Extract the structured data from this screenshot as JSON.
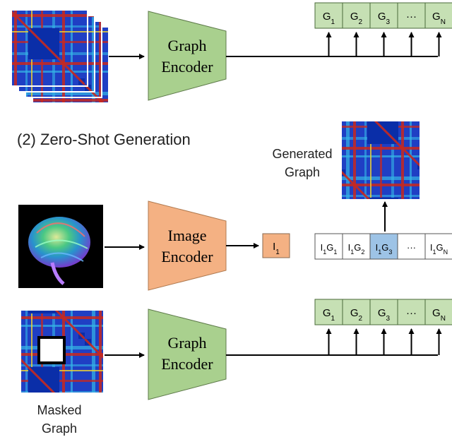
{
  "colors": {
    "graph_encoder_fill": "#a9d08e",
    "image_encoder_fill": "#f4b183",
    "token_fill": "#c6e0b4",
    "highlight_fill": "#9dc3e6",
    "line": "#000000",
    "matrix_blue": "#0a2ea8",
    "matrix_red": "#c8281e",
    "matrix_yellow": "#f0d232",
    "matrix_cyan": "#35b6e6"
  },
  "section_title": "(2) Zero-Shot Generation",
  "top_encoder": {
    "line1": "Graph",
    "line2": "Encoder"
  },
  "image_encoder": {
    "line1": "Image",
    "line2": "Encoder"
  },
  "bottom_encoder": {
    "line1": "Graph",
    "line2": "Encoder"
  },
  "top_tokens": [
    {
      "base": "G",
      "sub": "1"
    },
    {
      "base": "G",
      "sub": "2"
    },
    {
      "base": "G",
      "sub": "3"
    },
    {
      "base": "···",
      "sub": ""
    },
    {
      "base": "G",
      "sub": "N"
    }
  ],
  "bottom_tokens": [
    {
      "base": "G",
      "sub": "1"
    },
    {
      "base": "G",
      "sub": "2"
    },
    {
      "base": "G",
      "sub": "3"
    },
    {
      "base": "···",
      "sub": ""
    },
    {
      "base": "G",
      "sub": "N"
    }
  ],
  "image_token": {
    "base": "I",
    "sub": "1"
  },
  "pair_tokens": [
    {
      "a": "I",
      "asub": "1",
      "b": "G",
      "bsub": "1",
      "highlight": false
    },
    {
      "a": "I",
      "asub": "1",
      "b": "G",
      "bsub": "2",
      "highlight": false
    },
    {
      "a": "I",
      "asub": "1",
      "b": "G",
      "bsub": "3",
      "highlight": true
    },
    {
      "a": "···",
      "asub": "",
      "b": "",
      "bsub": "",
      "highlight": false
    },
    {
      "a": "I",
      "asub": "1",
      "b": "G",
      "bsub": "N",
      "highlight": false
    }
  ],
  "generated_label": {
    "line1": "Generated",
    "line2": "Graph"
  },
  "masked_label": {
    "line1": "Masked",
    "line2": "Graph"
  }
}
